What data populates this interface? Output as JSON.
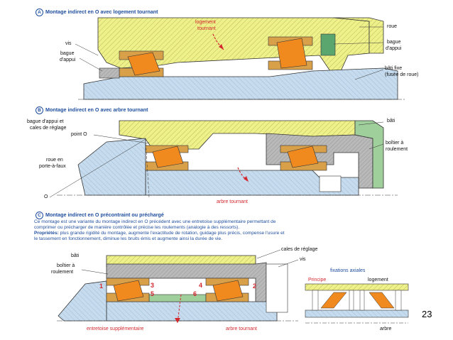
{
  "sections": {
    "a": {
      "letter": "A",
      "title": "Montage indirect en O avec logement tournant",
      "labels": {
        "logement": "logement",
        "tournant": "tournant",
        "vis": "vis",
        "bague": "bague",
        "dappui": "d'appui",
        "roue": "roue",
        "bague_r": "bague",
        "dappui_r": "d'appui",
        "bati_fixe": "bâti fixe",
        "fusee": "(fusée de roue)"
      }
    },
    "b": {
      "letter": "B",
      "title": "Montage indirect en O avec arbre tournant",
      "labels": {
        "bague_cales_1": "bague d'appui et",
        "bague_cales_2": "cales de réglage",
        "point_o": "point O",
        "roue_en": "roue en",
        "porte_a_faux": "porte-à-faux",
        "o": "O",
        "bati": "bâti",
        "boitier_1": "boîtier à",
        "boitier_2": "roulement",
        "arbre_tournant": "arbre tournant"
      }
    },
    "c": {
      "letter": "C",
      "title": "Montage indirect en O précontraint ou préchargé",
      "description": [
        "Ce montage est une variante du montage indirect en O précédent avec une entretoise supplémentaire permettant de",
        "comprimer ou précharger de manière contrôlée et précise les roulements (analogie à des ressorts).",
        "plus grande rigidité du montage, augmente l'exactitude de rotation, guidage plus précis, compense l'usure et",
        "le tassement en fonctionnement, diminue les bruits émis et augmente ainsi la durée de vie."
      ],
      "proprietes_label": "Propriétés:",
      "labels": {
        "bati": "bâti",
        "cales": "cales de réglage",
        "vis": "vis",
        "boitier_1": "boîtier à",
        "boitier_2": "roulement",
        "fixations": "fixations axiales",
        "principe": "Principe",
        "logement": "logement",
        "arbre": "arbre",
        "entretoise": "entretoise supplémentaire",
        "arbre_tournant": "arbre tournant"
      },
      "numbers": [
        "1",
        "2",
        "3",
        "4",
        "5",
        "6"
      ]
    }
  },
  "page_number": "23",
  "colors": {
    "yellow": "#eef08a",
    "blue": "#c6dcee",
    "orange": "#f08a1e",
    "green": "#5ba66e",
    "title_blue": "#1f4e9e",
    "red": "#d2282e"
  }
}
